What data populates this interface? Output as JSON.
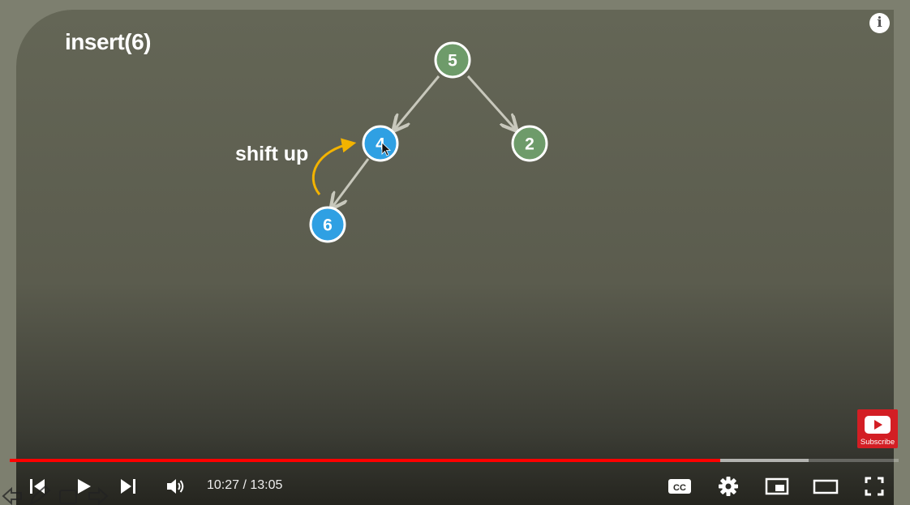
{
  "slide": {
    "title": "insert(6)",
    "annotation": "shift up",
    "nodes": [
      {
        "id": "n5",
        "label": "5",
        "color": "#6e9b6a"
      },
      {
        "id": "n4",
        "label": "4",
        "color": "#2fa0e3"
      },
      {
        "id": "n2",
        "label": "2",
        "color": "#6e9b6a"
      },
      {
        "id": "n6",
        "label": "6",
        "color": "#2fa0e3"
      }
    ],
    "edges": [
      [
        "n5",
        "n4"
      ],
      [
        "n5",
        "n2"
      ],
      [
        "n4",
        "n6"
      ]
    ],
    "arrow_color": "#f3b300"
  },
  "player": {
    "info_label": "i",
    "subscribe_label": "Subscribe",
    "current_time": "10:27",
    "duration": "13:05",
    "time_display": "10:27 / 13:05",
    "played_fraction": 0.799,
    "buffered_fraction": 0.899,
    "accent": "#ff0000",
    "controls": [
      "previous",
      "play",
      "next",
      "volume",
      "captions",
      "settings",
      "miniplayer",
      "theater",
      "fullscreen"
    ],
    "captions_label": "CC"
  }
}
